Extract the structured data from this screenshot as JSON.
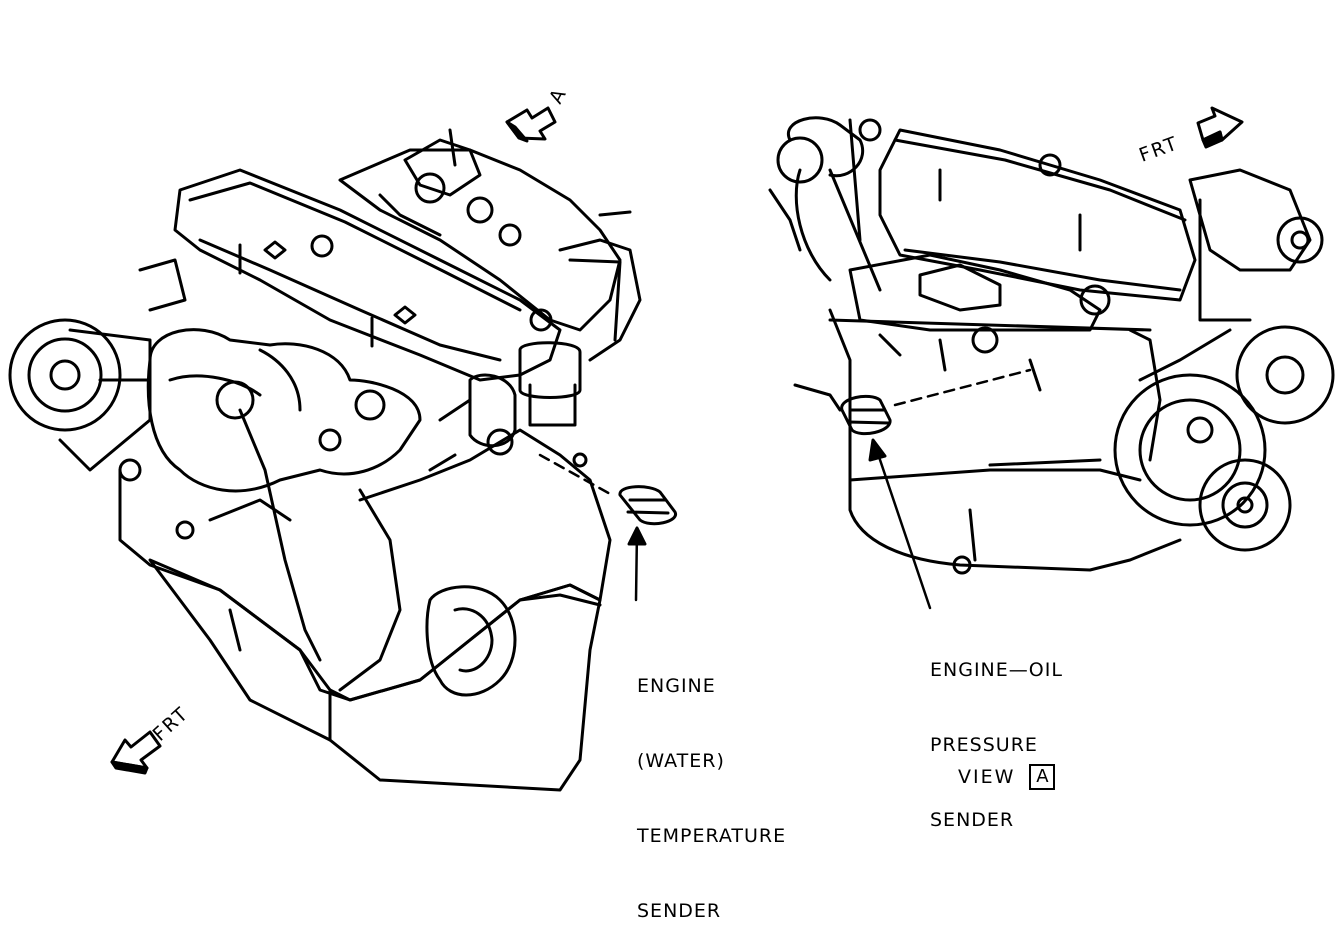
{
  "left_engine": {
    "arrow_view_letter": "A",
    "arrow_front_text": "FRT",
    "callout_lines": [
      "ENGINE",
      "(WATER)",
      "TEMPERATURE",
      "SENDER"
    ]
  },
  "right_engine": {
    "arrow_front_text": "FRT",
    "callout_lines": [
      "ENGINE—OIL",
      "PRESSURE",
      "SENDER"
    ]
  },
  "view_caption": {
    "word": "VIEW",
    "letter": "A"
  }
}
